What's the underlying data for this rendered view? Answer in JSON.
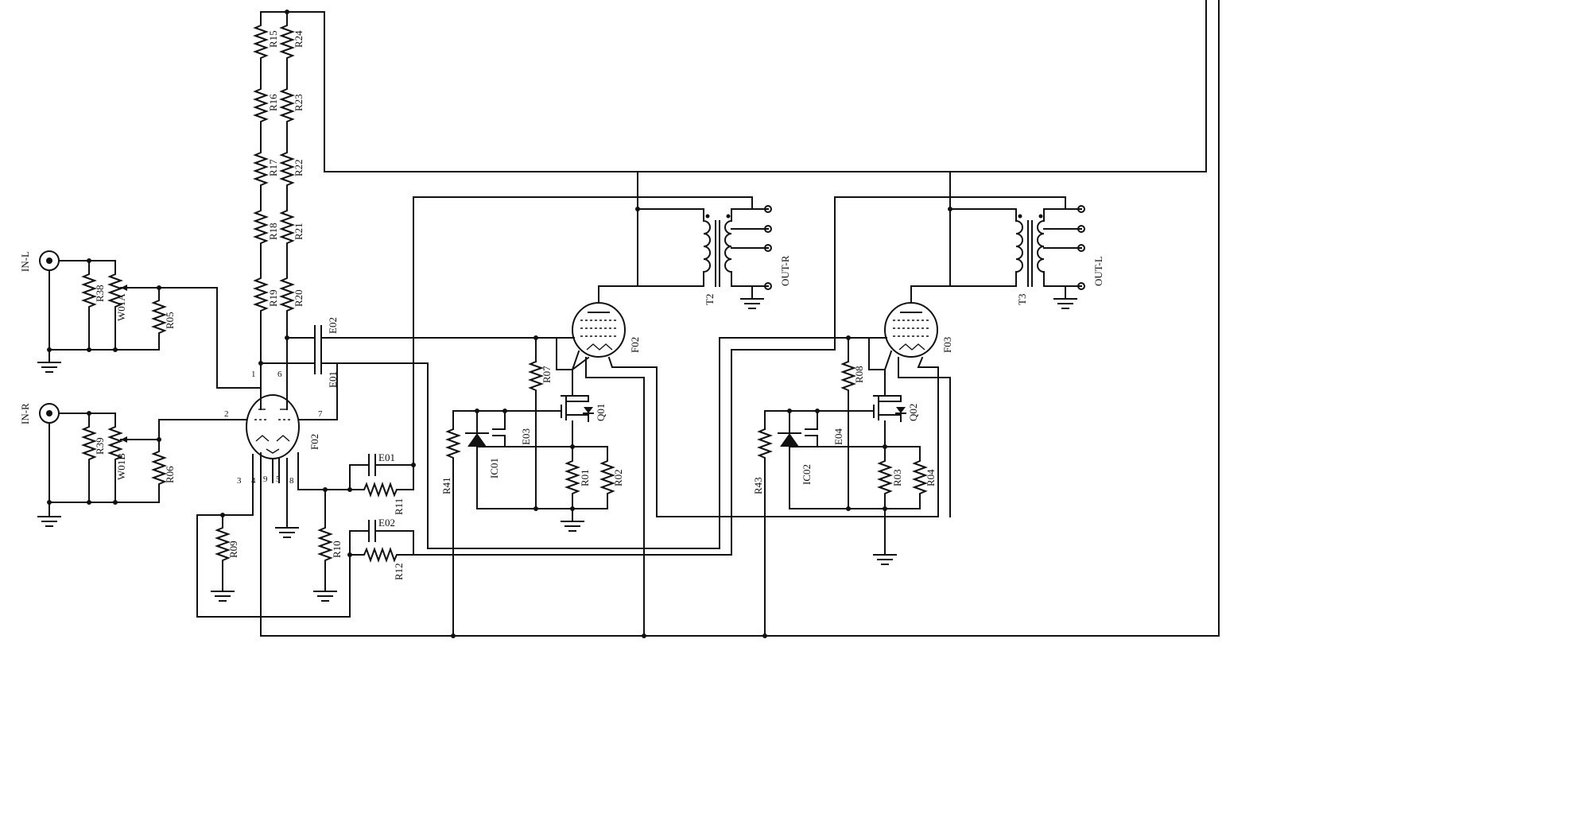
{
  "inputs": {
    "left": "IN-L",
    "right": "IN-R"
  },
  "outputs": {
    "right": "OUT-R",
    "left": "OUT-L"
  },
  "resistors": {
    "R01": "R01",
    "R02": "R02",
    "R03": "R03",
    "R04": "R04",
    "R05": "R05",
    "R06": "R06",
    "R07": "R07",
    "R08": "R08",
    "R09": "R09",
    "R10": "R10",
    "R11": "R11",
    "R12": "R12",
    "R15": "R15",
    "R16": "R16",
    "R17": "R17",
    "R18": "R18",
    "R19": "R19",
    "R20": "R20",
    "R21": "R21",
    "R22": "R22",
    "R23": "R23",
    "R24": "R24",
    "R38": "R38",
    "R39": "R39",
    "R41": "R41",
    "R43": "R43"
  },
  "capacitors": {
    "E01": "E01",
    "E02": "E02",
    "E03": "E03",
    "E04": "E04"
  },
  "pots": {
    "W01A": "W01A",
    "W01B": "W01B"
  },
  "tubes": {
    "F02": "F02",
    "F03": "F03"
  },
  "transistors": {
    "Q01": "Q01",
    "Q02": "Q02"
  },
  "ics": {
    "IC01": "IC01",
    "IC02": "IC02"
  },
  "transformers": {
    "T2": "T2",
    "T3": "T3"
  },
  "pins": {
    "p1": "1",
    "p2": "2",
    "p3": "3",
    "p4": "4",
    "p5": "5",
    "p6": "6",
    "p7": "7",
    "p8": "8",
    "p9": "9"
  }
}
